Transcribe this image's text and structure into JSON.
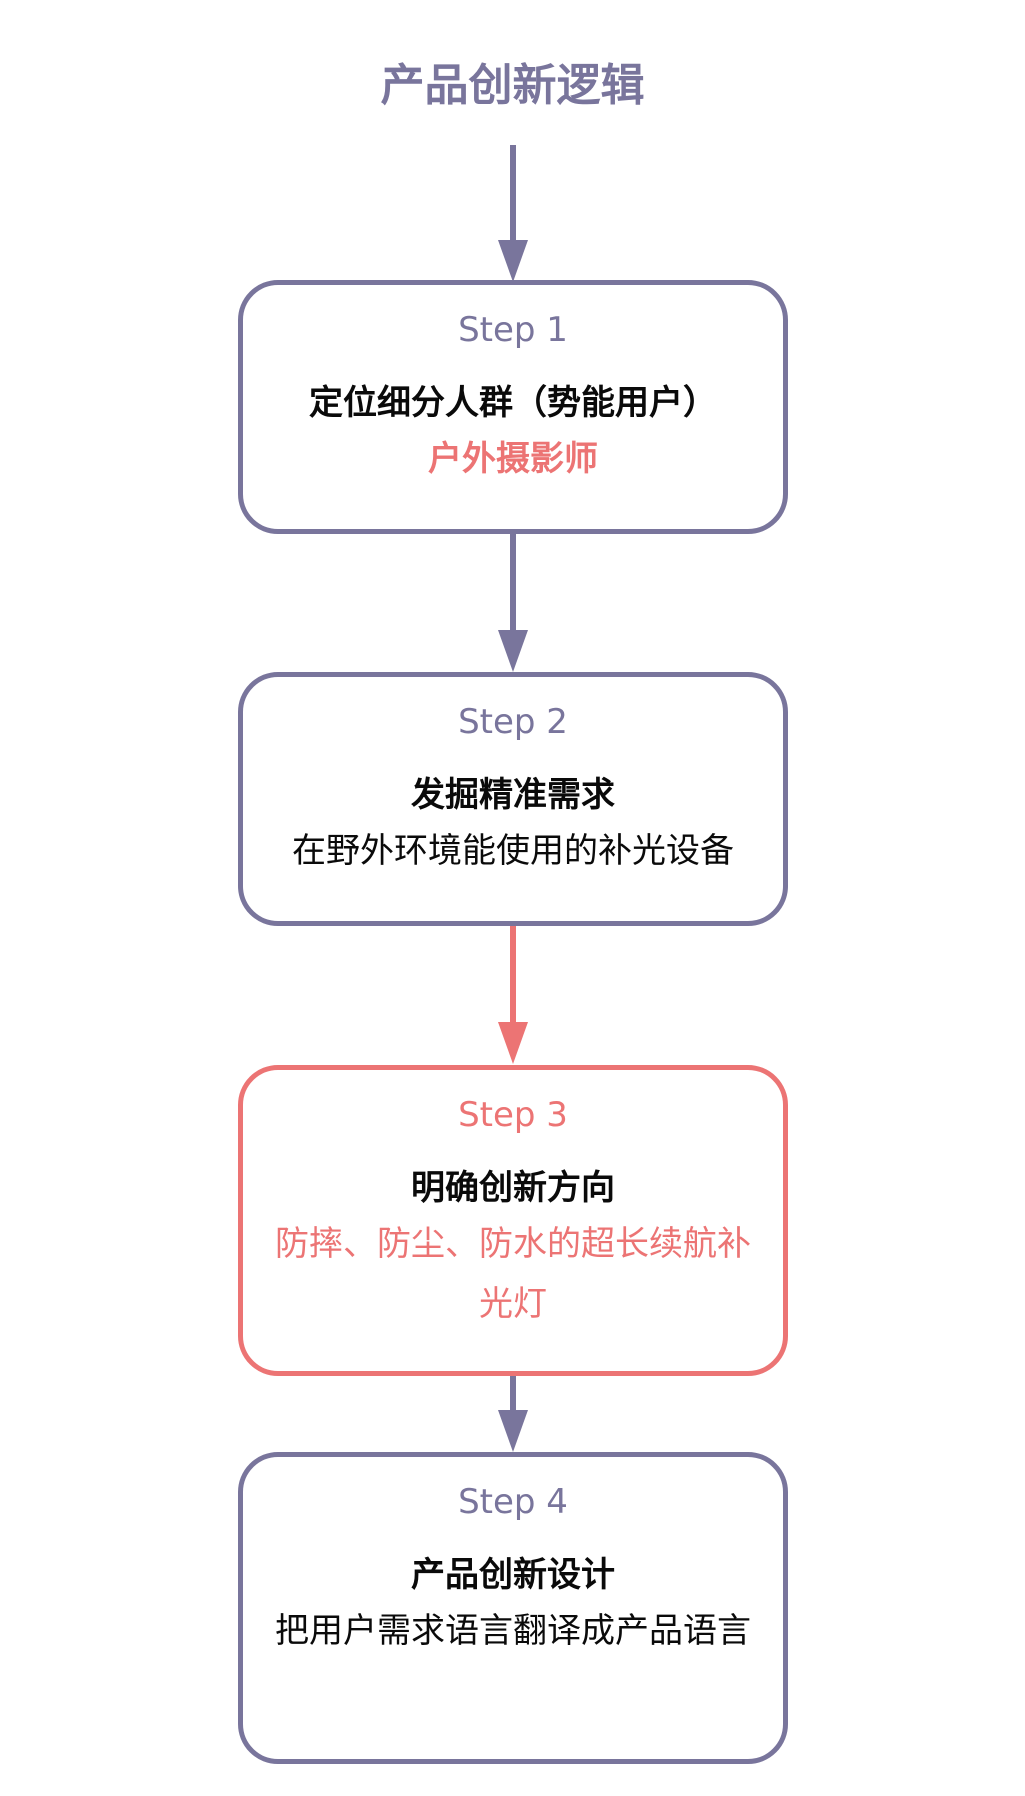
{
  "title": "产品创新逻辑",
  "colors": {
    "primary": "#79759c",
    "accent": "#ec7474",
    "text": "#0a0a0a"
  },
  "steps": [
    {
      "label": "Step 1",
      "heading": "定位细分人群（势能用户）",
      "detail": "户外摄影师",
      "highlight": false
    },
    {
      "label": "Step 2",
      "heading": "发掘精准需求",
      "detail": "在野外环境能使用的补光设备",
      "highlight": false
    },
    {
      "label": "Step 3",
      "heading": "明确创新方向",
      "detail": "防摔、防尘、防水的超长续航补光灯",
      "highlight": true
    },
    {
      "label": "Step 4",
      "heading": "产品创新设计",
      "detail": "把用户需求语言翻译成产品语言",
      "highlight": false
    }
  ]
}
